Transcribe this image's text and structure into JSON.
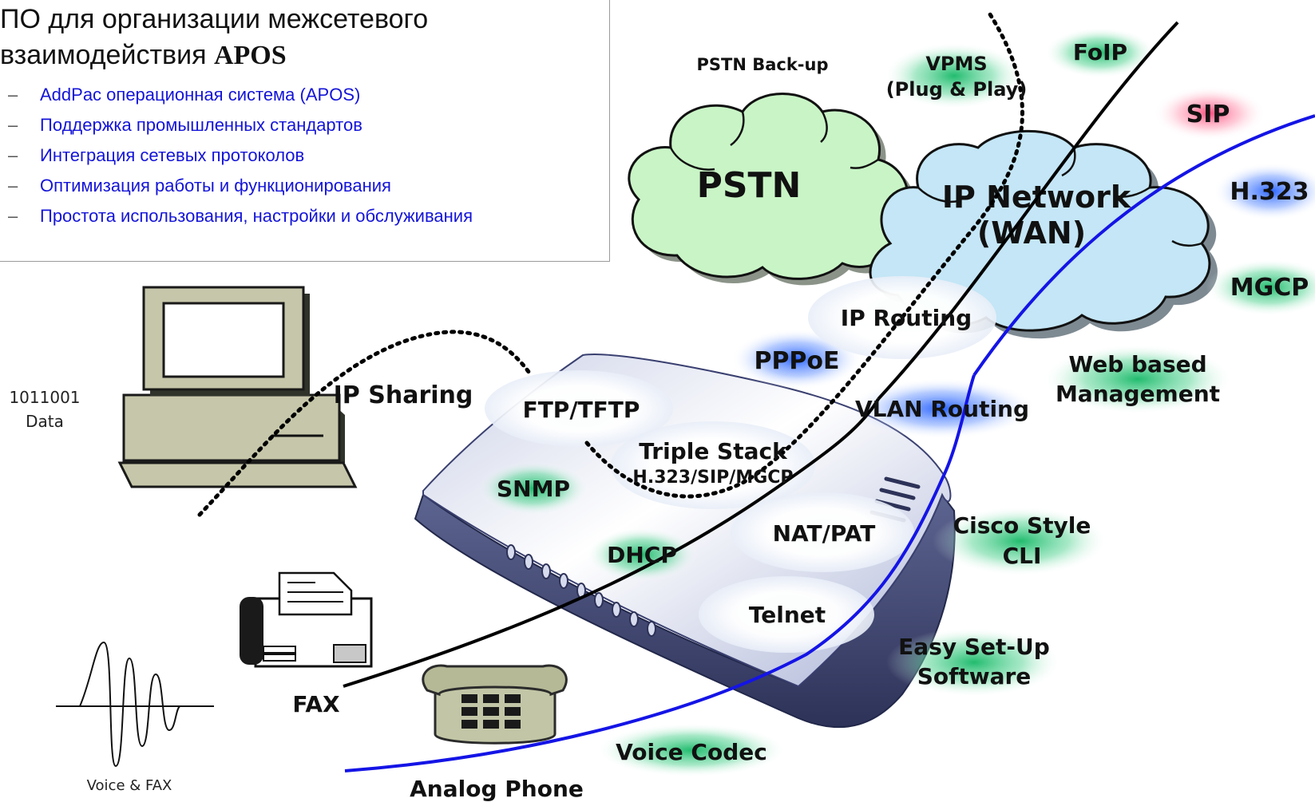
{
  "title": {
    "line1": "ПО для организации межсетевого",
    "line2_prefix": "взаимодействия",
    "line2_bold": "APOS"
  },
  "bullets": [
    "AddPac операционная система (APOS)",
    "Поддержка промышленных стандартов",
    "Интеграция сетевых протоколов",
    "Оптимизация работы и функционирования",
    "Простота использования, настройки и обслуживания"
  ],
  "clouds": {
    "pstn": "PSTN",
    "ip_network_line1": "IP Network",
    "ip_network_line2": "(WAN)"
  },
  "labels": {
    "pstn_backup": "PSTN Back-up",
    "vpms_line1": "VPMS",
    "vpms_line2": "(Plug & Play)",
    "foip": "FoIP",
    "sip": "SIP",
    "h323": "H.323",
    "mgcp": "MGCP",
    "ip_routing": "IP Routing",
    "pppoe": "PPPoE",
    "vlan_routing": "VLAN Routing",
    "web_mgmt_line1": "Web based",
    "web_mgmt_line2": "Management",
    "ip_sharing": "IP Sharing",
    "ftp_tftp": "FTP/TFTP",
    "triple_stack_line1": "Triple Stack",
    "triple_stack_line2": "H.323/SIP/MGCP",
    "snmp": "SNMP",
    "nat_pat": "NAT/PAT",
    "dhcp": "DHCP",
    "cisco_line1": "Cisco Style",
    "cisco_line2": "CLI",
    "telnet": "Telnet",
    "easy_line1": "Easy Set-Up",
    "easy_line2": "Software",
    "fax": "FAX",
    "voice_codec": "Voice Codec",
    "analog_phone": "Analog Phone",
    "data_line1": "1011001",
    "data_line2": "Data",
    "voice_fax": "Voice & FAX"
  },
  "colors": {
    "green_glow": "#1fbf6a",
    "blue_glow": "#2a6cff",
    "pink_glow": "#ff4d7a",
    "blue_line": "#1414e6",
    "pstn_cloud": "#c9f5c6",
    "wan_cloud": "#c4e6f6"
  }
}
